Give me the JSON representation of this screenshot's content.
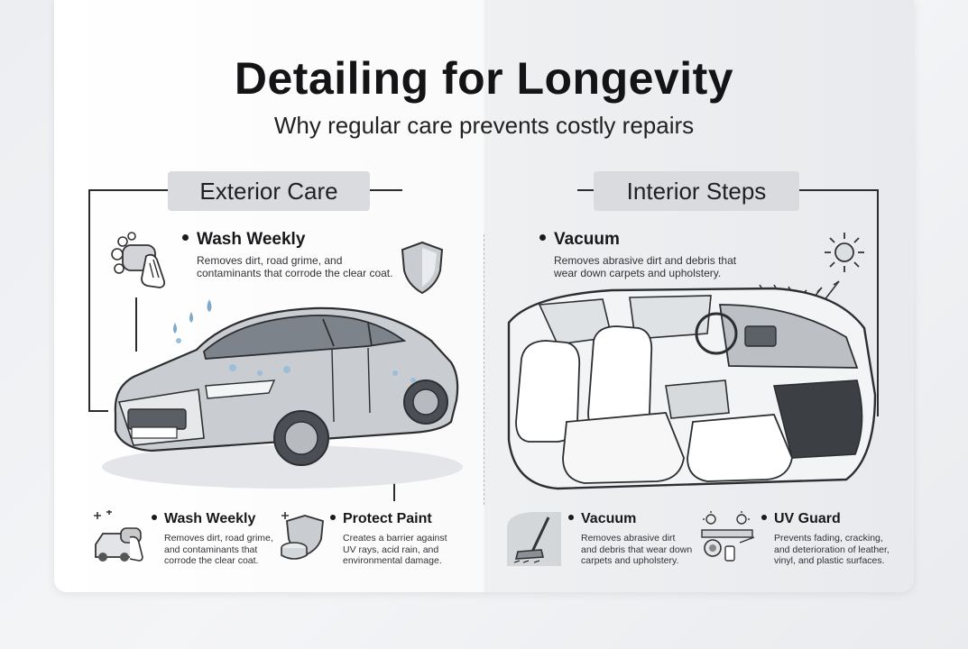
{
  "header": {
    "title": "Detailing for Longevity",
    "subtitle": "Why regular care prevents costly repairs"
  },
  "exterior": {
    "heading": "Exterior Care",
    "main": {
      "title": "Wash Weekly",
      "desc_line1": "Removes dirt, road grime, and",
      "desc_line2": "contaminants that corrode the clear coat."
    },
    "items": [
      {
        "title": "Wash Weekly",
        "desc": [
          "Removes dirt, road grime,",
          "and contaminants that",
          "corrode the clear coat."
        ],
        "icon": "car-wash-icon"
      },
      {
        "title": "Protect Paint",
        "desc": [
          "Creates a barrier against",
          "UV rays, acid rain, and",
          "environmental damage."
        ],
        "icon": "shield-wax-icon"
      }
    ]
  },
  "interior": {
    "heading": "Interior Steps",
    "main": {
      "title": "Vacuum",
      "desc_line1": "Removes abrasive dirt and debris that",
      "desc_line2": "wear down carpets and upholstery."
    },
    "items": [
      {
        "title": "Vacuum",
        "desc": [
          "Removes abrasive dirt",
          "and debris that wear down",
          "carpets and upholstery."
        ],
        "icon": "vacuum-icon"
      },
      {
        "title": "UV Guard",
        "desc": [
          "Prevents fading, cracking,",
          "and deterioration of leather,",
          "vinyl, and plastic surfaces."
        ],
        "icon": "uv-guard-icon"
      }
    ]
  },
  "colors": {
    "ink": "#1b1c1f",
    "pill": "#d9dbde",
    "water": "#7fa8c9"
  }
}
